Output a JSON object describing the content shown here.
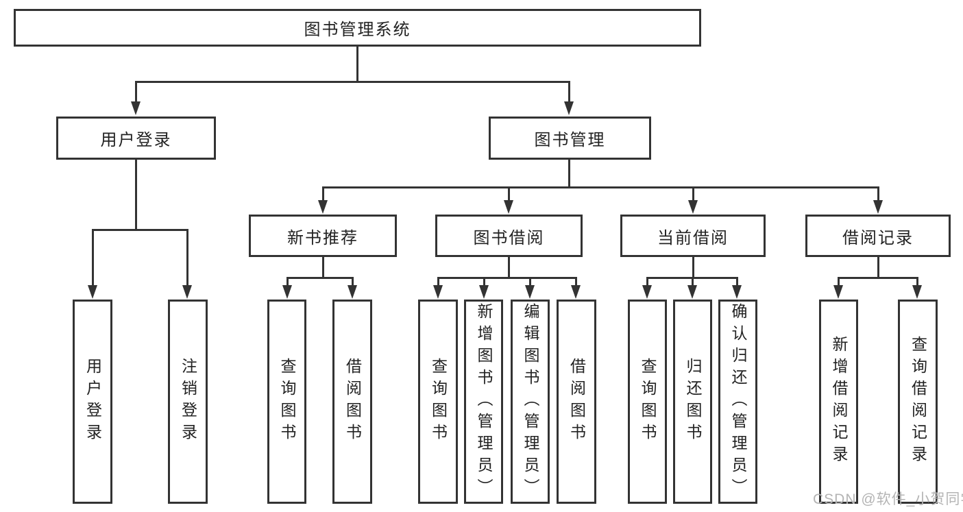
{
  "tree": {
    "root": {
      "label": "图书管理系统"
    },
    "branches": [
      {
        "label": "用户登录",
        "children": [
          {
            "label": "用户登录"
          },
          {
            "label": "注销登录"
          }
        ]
      },
      {
        "label": "图书管理",
        "children": [
          {
            "label": "新书推荐",
            "children": [
              {
                "label": "查询图书"
              },
              {
                "label": "借阅图书"
              }
            ]
          },
          {
            "label": "图书借阅",
            "children": [
              {
                "label": "查询图书"
              },
              {
                "label": "新增图书（管理员）"
              },
              {
                "label": "编辑图书（管理员）"
              },
              {
                "label": "借阅图书"
              }
            ]
          },
          {
            "label": "当前借阅",
            "children": [
              {
                "label": "查询图书"
              },
              {
                "label": "归还图书"
              },
              {
                "label": "确认归还（管理员）"
              }
            ]
          },
          {
            "label": "借阅记录",
            "children": [
              {
                "label": "新增借阅记录"
              },
              {
                "label": "查询借阅记录"
              }
            ]
          }
        ]
      }
    ]
  },
  "watermark": {
    "text": "CSDN @软件_小贺同学"
  },
  "colors": {
    "line": "#333333",
    "text": "#222222",
    "watermark": "#b4b4b4",
    "background": "#ffffff"
  }
}
